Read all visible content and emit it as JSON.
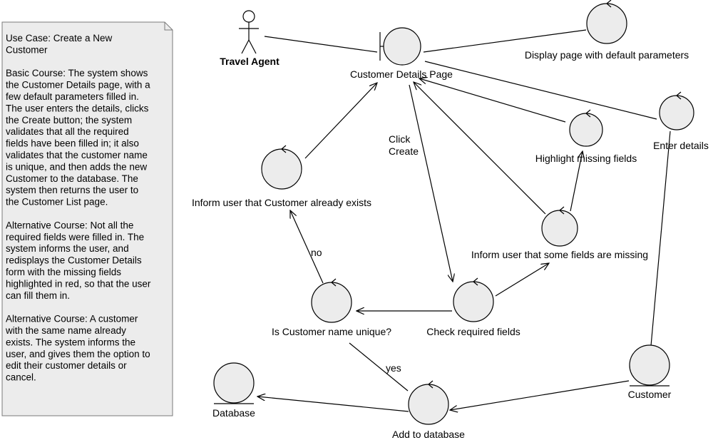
{
  "note": {
    "paragraphs": [
      [
        "Use Case: Create a New",
        "Customer"
      ],
      [
        "Basic Course: The system shows",
        "the Customer Details page, with a",
        "few default parameters filled in.",
        "The user enters the details, clicks",
        "the Create button; the system",
        "validates that all the required",
        "fields have been filled in; it also",
        "validates that the customer name",
        "is unique, and then adds the new",
        "Customer to the database. The",
        "system then returns the user to",
        "the Customer List page."
      ],
      [
        "Alternative Course: Not all the",
        "required fields were filled in. The",
        "system informs the user, and",
        "redisplays the Customer Details",
        "form with the missing fields",
        "highlighted in red, so that the user",
        "can fill them in."
      ],
      [
        "Alternative Course: A customer",
        "with the same name already",
        "exists. The system informs the",
        "user, and gives them the option to",
        "edit their customer details or",
        "cancel."
      ]
    ]
  },
  "actor": {
    "label": "Travel Agent"
  },
  "boundary": {
    "label": "Customer Details Page"
  },
  "controls": {
    "display_page": "Display page with default parameters",
    "enter_details": "Enter details",
    "highlight_missing": "Highlight missing fields",
    "inform_exists": "Inform user that Customer already exists",
    "inform_missing": "Inform user that some fields are missing",
    "check_required": "Check required fields",
    "is_unique": "Is Customer name unique?",
    "add_to_db": "Add to database"
  },
  "entities": {
    "database": "Database",
    "customer": "Customer"
  },
  "edge_labels": {
    "click_create_1": "Click",
    "click_create_2": "Create",
    "no": "no",
    "yes": "yes"
  }
}
